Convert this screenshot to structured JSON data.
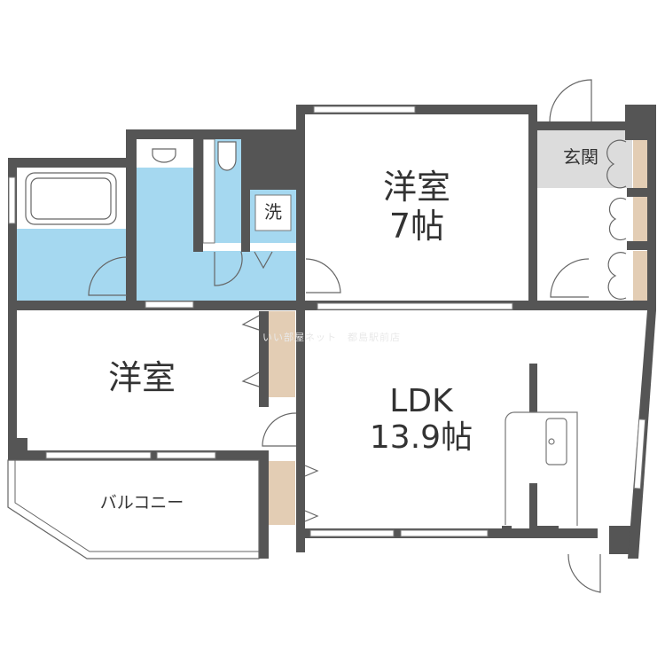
{
  "floor_plan": {
    "rooms": [
      {
        "id": "western-room-1",
        "label": "洋室",
        "size": "7帖"
      },
      {
        "id": "western-room-2",
        "label": "洋室",
        "size": ""
      },
      {
        "id": "ldk",
        "label": "LDK",
        "size": "13.9帖"
      },
      {
        "id": "entrance",
        "label": "玄関"
      },
      {
        "id": "balcony",
        "label": "バルコニー"
      },
      {
        "id": "washer",
        "label": "洗"
      }
    ],
    "watermark": "いい部屋ネット　都島駅前店",
    "colors": {
      "wall": "#555555",
      "wet_area": "#a5d8f0",
      "storage": "#e3cdb4",
      "entrance": "#dcdcdc",
      "floor": "#ffffff"
    }
  }
}
